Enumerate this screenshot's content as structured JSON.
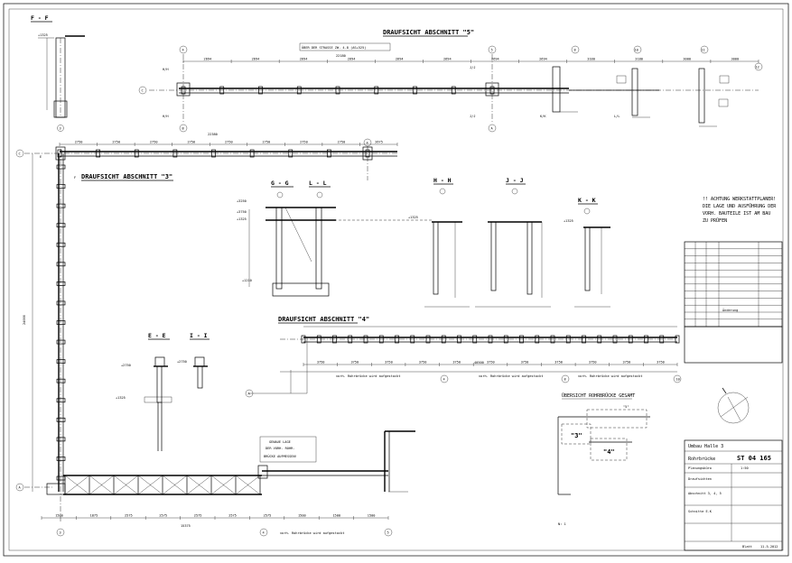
{
  "sections": {
    "ff": "F - F",
    "plan5": "DRAUFSICHT  ABSCHNITT  \"5\"",
    "plan3": "DRAUFSICHT  ABSCHNITT  \"3\"",
    "plan4": "DRAUFSICHT  ABSCHNITT  \"4\"",
    "gg": "G - G",
    "ll": "L - L",
    "hh": "H - H",
    "jj": "J - J",
    "kk": "K - K",
    "ee": "E - E",
    "ii": "I - I",
    "overview": "ÜBERSICHT ROHRBRÜCKE GESAMT"
  },
  "notes": {
    "note1": "!! ACHTUNG WERKSTATTPLANER!",
    "note2": "DIE LAGE UND AUSFÜHRUNG DER",
    "note3": "VORH. BAUTEILE IST AM BAU",
    "note4": "ZU PRÜFEN",
    "bridge1": "GENAUE LAGE",
    "bridge2": "DER VORH. ROHR-",
    "bridge3": "BRÜCKE AUFMESSEN!",
    "street": "ÜBER DER STRASSE ZW. 4-8 (AS+525)",
    "remark": "vorh. Rohrbrücke wird aufgestockt"
  },
  "axes": {
    "a4": "4",
    "a5": "5",
    "a8": "8",
    "a9": "9",
    "a10": "10",
    "a11": "11",
    "a12": "12",
    "b3": "3",
    "bA": "A",
    "bB": "B",
    "bC": "C"
  },
  "dims": {
    "top5": [
      "2694",
      "2694",
      "2694",
      "2694",
      "2694",
      "2694",
      "2694",
      "2694",
      "3180",
      "3180",
      "3000",
      "3000"
    ],
    "top5_total": "22180",
    "top3": [
      "2750",
      "2750",
      "2750",
      "2750",
      "2750",
      "2750",
      "2750",
      "2750",
      "2675"
    ],
    "top3_total": "22380",
    "bottom": [
      "1500",
      "1875",
      "2575",
      "2575",
      "2575",
      "2575",
      "2575",
      "1500",
      "1500",
      "1500"
    ],
    "bottom_total": "15375",
    "plan4": [
      "3750",
      "3750",
      "3750",
      "3750",
      "3750",
      "3750",
      "3750",
      "3750",
      "3750",
      "3750",
      "3750"
    ],
    "plan4_total": "40500",
    "vertical_total": "24000",
    "levels": [
      "+3250",
      "+3750",
      "+2750",
      "+1325",
      "+1210"
    ]
  },
  "overview": {
    "label3": "\"3\"",
    "label4": "\"4\"",
    "label5": "\"5\"",
    "n1": "N: 1"
  },
  "titleblock": {
    "project_l1": "Umbau Halle 3",
    "project_l2": "Rohrbrücke",
    "drawing_no": "ST 04 165",
    "scale": "1:50",
    "sheet": "Blatt",
    "date": "11.5.2012",
    "rev_header": "Änderung",
    "company": "Planungsbüro",
    "desc1": "Draufsichten",
    "desc2": "Abschnitt 3, 4, 5",
    "desc3": "Schnitte E-K"
  }
}
